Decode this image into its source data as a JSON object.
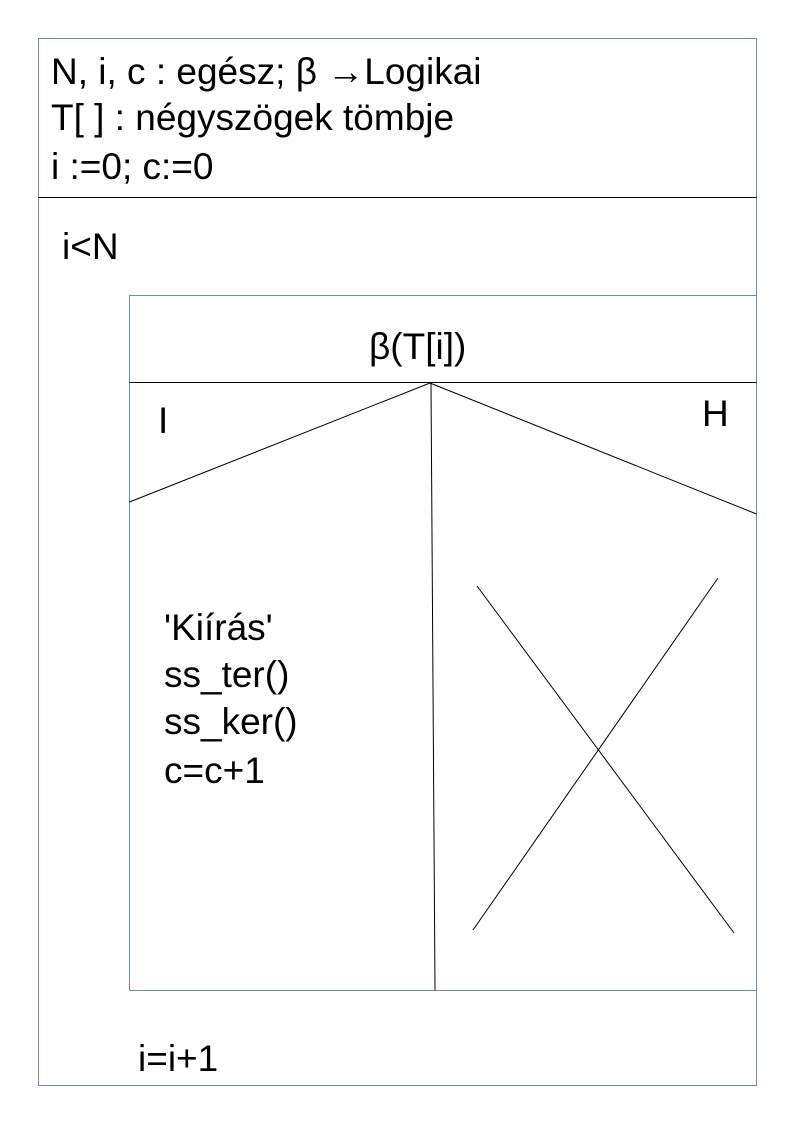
{
  "header": {
    "line1": "N, i, c : egész; β →Logikai",
    "line2": "T[ ] : négyszögek tömbje",
    "line3": "i :=0; c:=0"
  },
  "loop": {
    "condition": "i<N",
    "footer": "i=i+1"
  },
  "branch": {
    "condition": "β(T[i])",
    "true_label": "I",
    "false_label": "H",
    "true_body": [
      "'Kiírás'",
      "ss_ter()",
      "ss_ker()",
      "c=c+1"
    ]
  },
  "colors": {
    "outer_border": "#6f87a8",
    "inner_border": "#6f87a8",
    "lines": "#000000"
  }
}
